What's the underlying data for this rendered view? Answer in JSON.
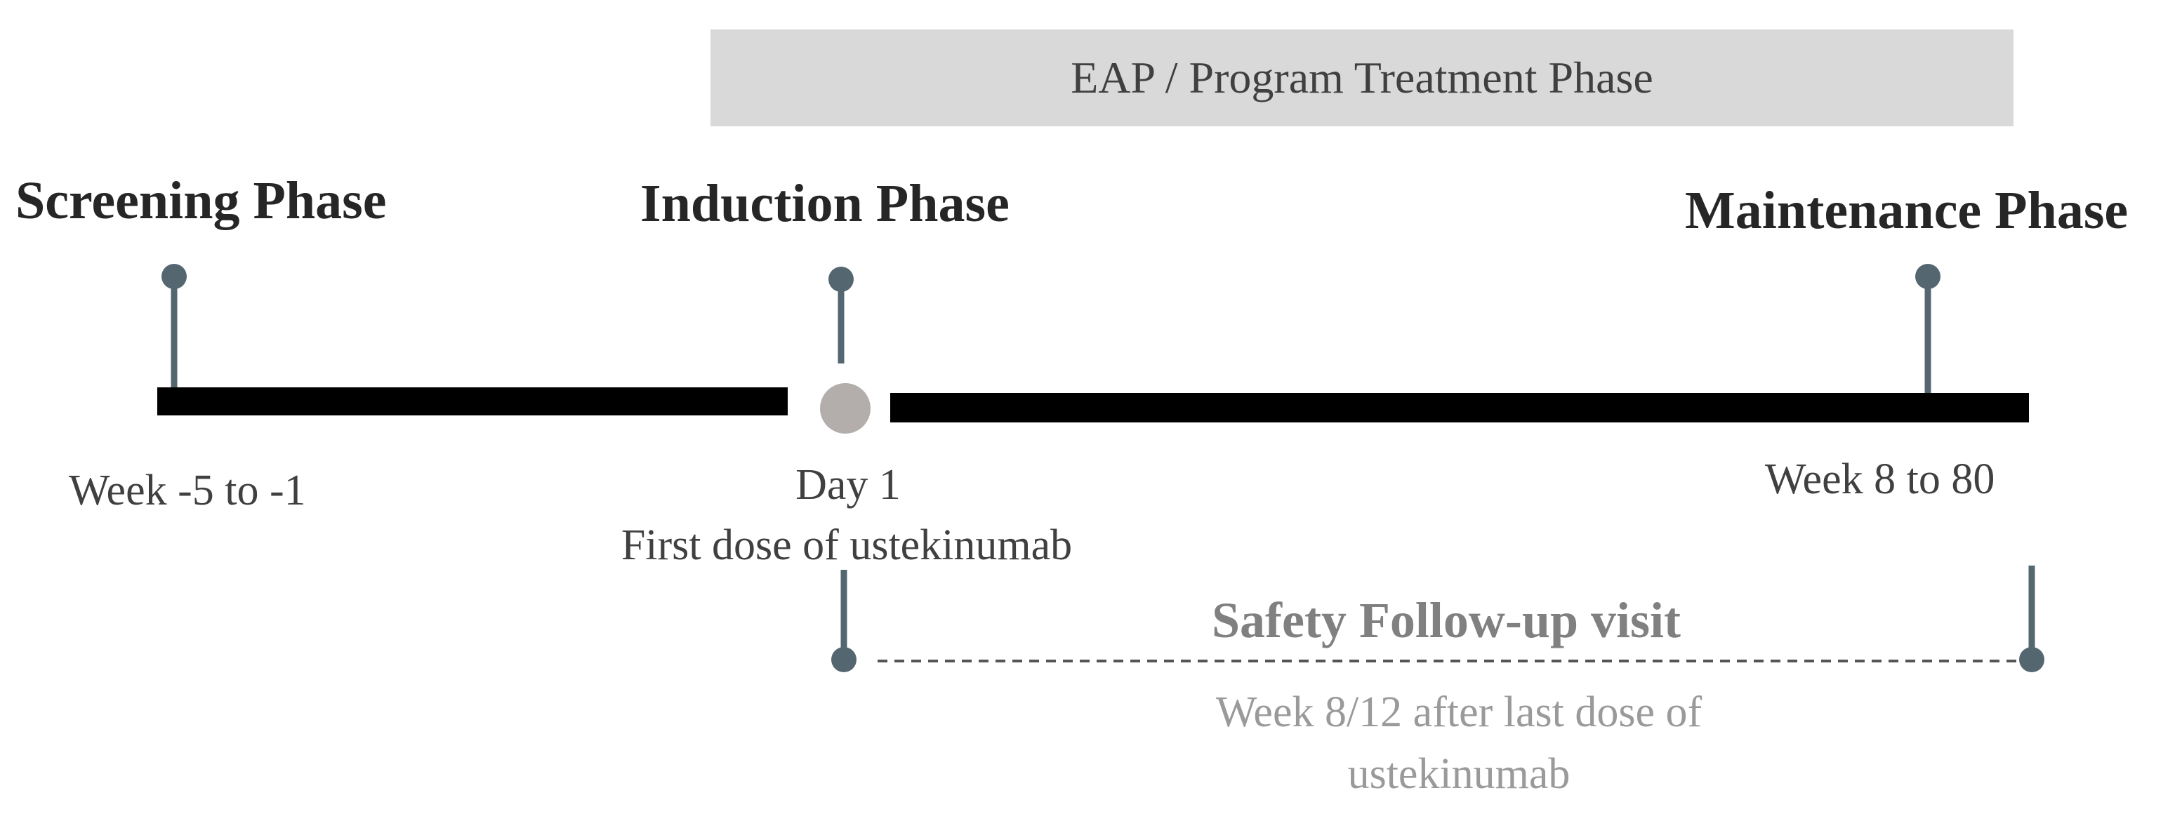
{
  "banner": {
    "text": "EAP / Program Treatment Phase"
  },
  "phases": {
    "screening": "Screening Phase",
    "induction": "Induction Phase",
    "maintenance": "Maintenance Phase"
  },
  "labels": {
    "screening_weeks": "Week -5 to -1",
    "day1": "Day 1",
    "first_dose": "First dose of ustekinumab",
    "maintenance_weeks": "Week 8 to 80"
  },
  "safety": {
    "title": "Safety Follow-up visit",
    "line1": "Week 8/12 after last dose of",
    "line2": "ustekinumab"
  },
  "colors": {
    "timeline": "#000000",
    "marker": "#546670",
    "circle": "#b3aeac",
    "banner": "#d9d9d9"
  }
}
